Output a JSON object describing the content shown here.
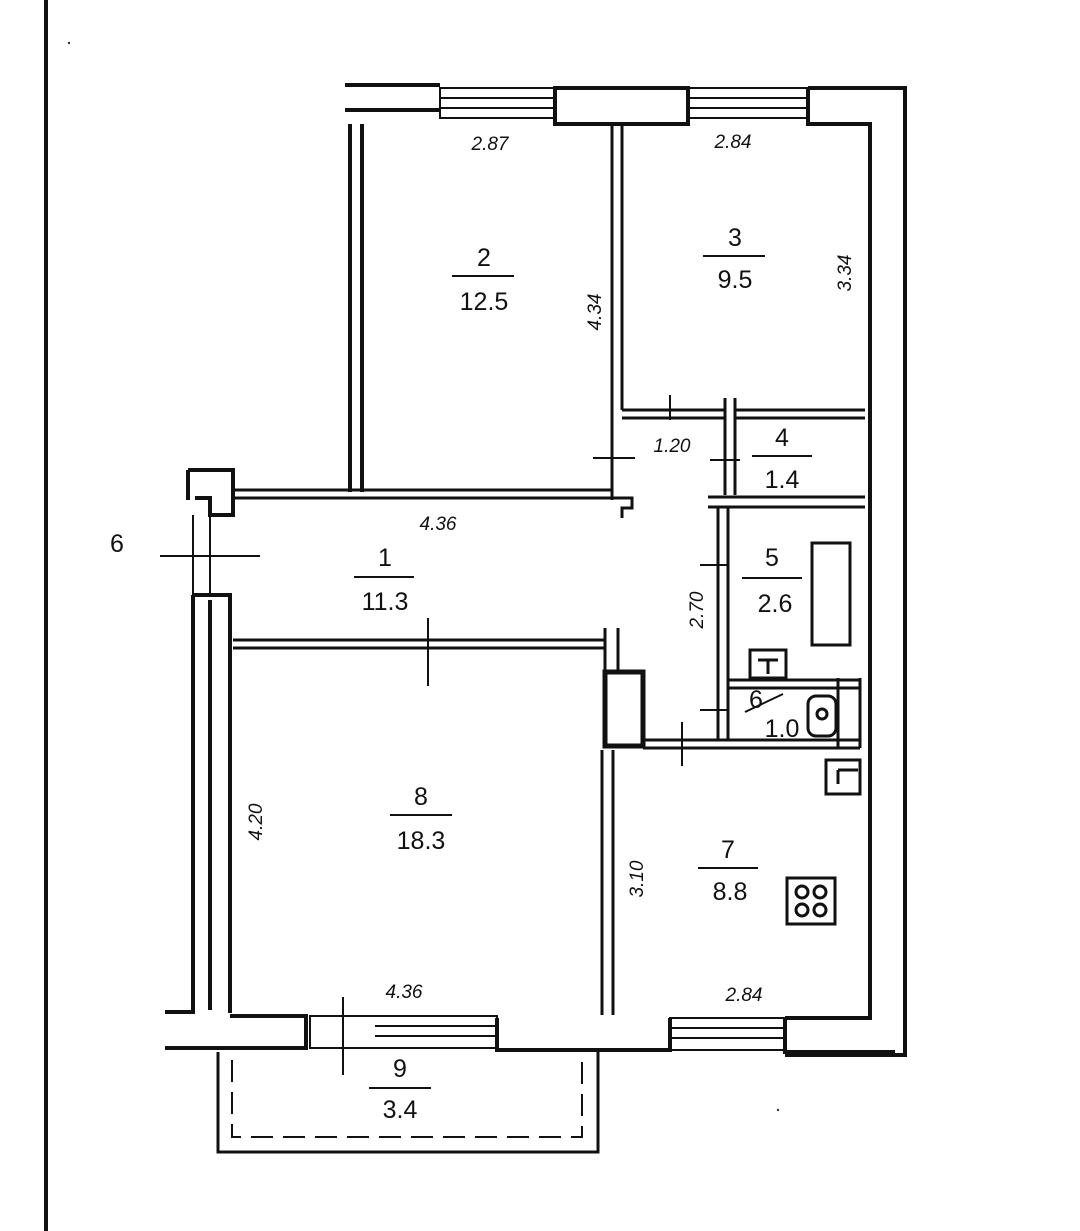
{
  "rooms": [
    {
      "number": "1",
      "area": "11.3"
    },
    {
      "number": "2",
      "area": "12.5"
    },
    {
      "number": "3",
      "area": "9.5"
    },
    {
      "number": "4",
      "area": "1.4"
    },
    {
      "number": "5",
      "area": "2.6"
    },
    {
      "number": "6",
      "area": "1.0"
    },
    {
      "number": "7",
      "area": "8.8"
    },
    {
      "number": "8",
      "area": "18.3"
    },
    {
      "number": "9",
      "area": "3.4"
    }
  ],
  "dimensions": {
    "room2_top": "2.87",
    "room3_top": "2.84",
    "room2_side": "4.34",
    "room3_side": "3.34",
    "corridor_width": "1.20",
    "hall_length": "4.36",
    "hall_side": "2.70",
    "room8_side": "4.20",
    "room8_bottom": "4.36",
    "room7_side": "3.10",
    "room7_bottom": "2.84"
  },
  "labels": {
    "section_marker": "6"
  },
  "colors": {
    "ink": "#111111",
    "paper": "#ffffff"
  }
}
